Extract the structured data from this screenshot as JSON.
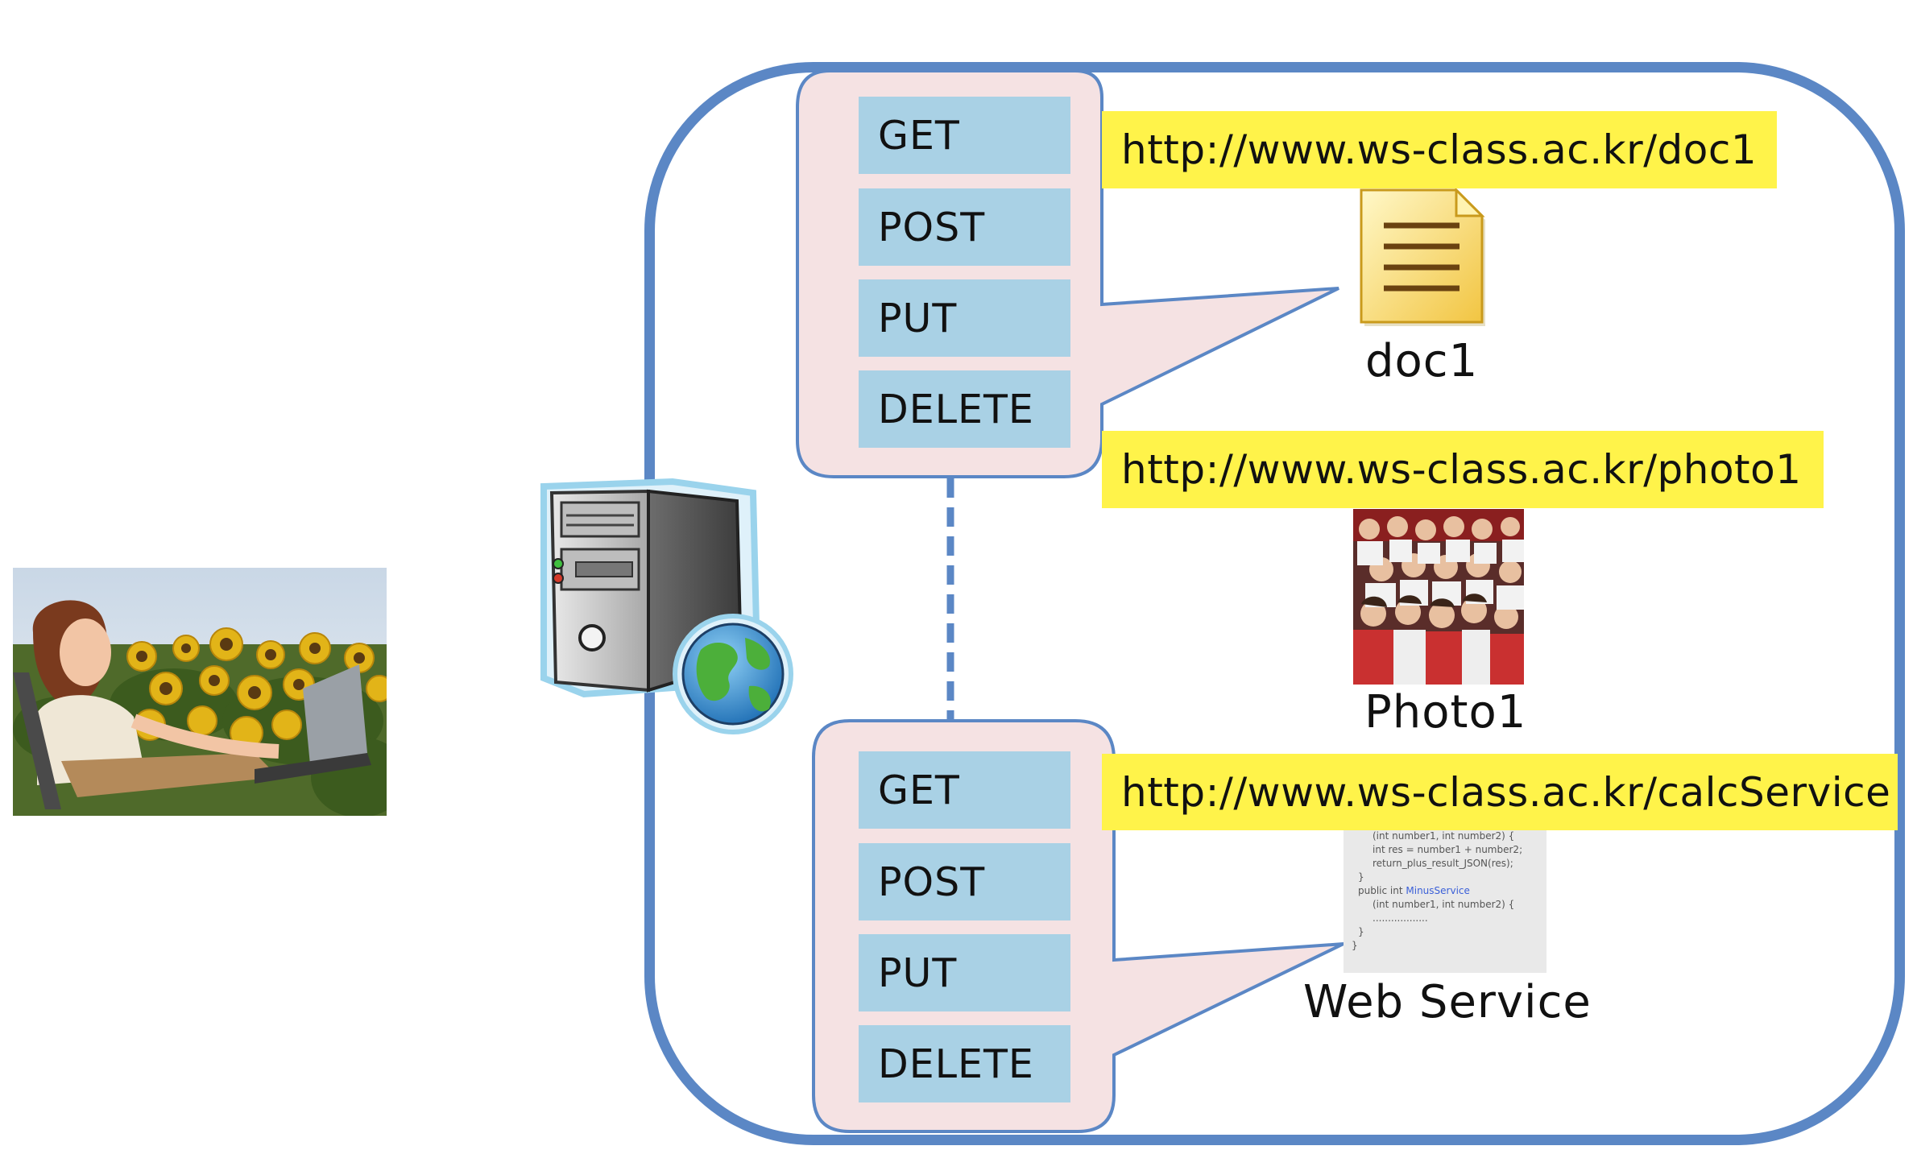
{
  "client": {
    "image": "woman-with-laptop-in-sunflower-field"
  },
  "server": {
    "icon": "web-server-globe-icon"
  },
  "colors": {
    "container_border": "#5b87c5",
    "method_fill": "#a9d1e5",
    "bubble_fill": "#f5e2e3",
    "bubble_border": "#5b87c5",
    "url_highlight": "#fff34a"
  },
  "method_groups": [
    {
      "methods": [
        "GET",
        "POST",
        "PUT",
        "DELETE"
      ]
    },
    {
      "methods": [
        "GET",
        "POST",
        "PUT",
        "DELETE"
      ]
    }
  ],
  "resources": [
    {
      "url": "http://www.ws-class.ac.kr/doc1",
      "label": "doc1",
      "icon": "document-icon"
    },
    {
      "url": "http://www.ws-class.ac.kr/photo1",
      "label": "Photo1",
      "icon": "group-photo"
    },
    {
      "url": "http://www.ws-class.ac.kr/calcService",
      "label": "Web Service",
      "icon": "code-snippet",
      "code_lines": [
        "(int number1, int number2) {",
        "int res = number1 + number2;",
        "return_plus_result_JSON(res);",
        "}",
        "",
        "public int MinusService",
        "(int number1, int number2) {",
        "..................",
        "}",
        "}"
      ]
    }
  ]
}
